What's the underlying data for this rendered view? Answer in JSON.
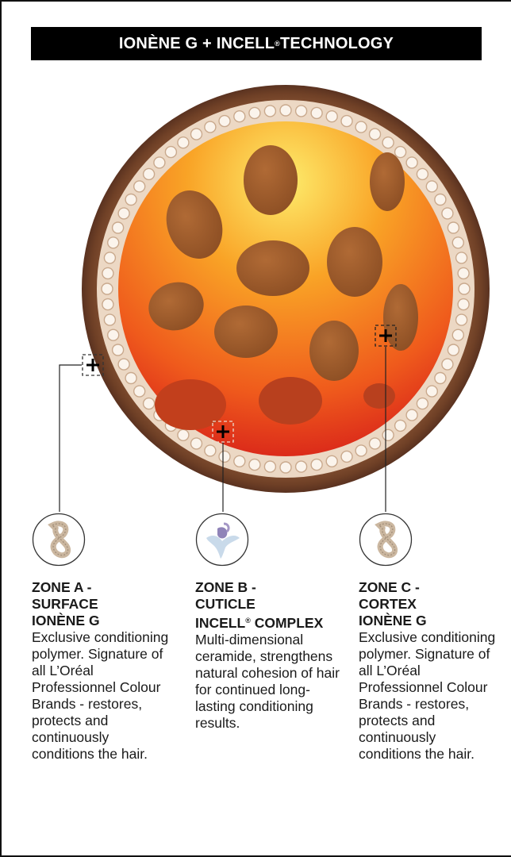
{
  "title": {
    "text_before": "IONÈNE G + INCELL",
    "text_sup": "®",
    "text_after": " TECHNOLOGY"
  },
  "zones": [
    {
      "heading_line1": "ZONE A -",
      "heading_line2": "SURFACE",
      "heading_line3": "IONÈNE G",
      "heading_sup": "",
      "description": "Exclusive conditioning polymer. Signature of all L’Oréal Professionnel Colour Brands - restores, protects and continuously conditions the hair."
    },
    {
      "heading_line1": "ZONE B -",
      "heading_line2": "CUTICLE",
      "heading_line3": "INCELL",
      "heading_sup": "®",
      "heading_line3_after": " COMPLEX",
      "description": "Multi-dimensional ceramide, strengthens natural cohesion of hair for continued long-lasting conditioning results."
    },
    {
      "heading_line1": "ZONE C -",
      "heading_line2": "CORTEX",
      "heading_line3": "IONÈNE G",
      "heading_sup": "",
      "description": "Exclusive conditioning polymer. Signature of all L’Oréal Professionnel Colour Brands - restores, protects and continuously conditions the hair."
    }
  ],
  "colors": {
    "outer_ring": "#7a4a2e",
    "cuticle_ring": "#e9d2bd",
    "cortex_light": "#fde96a",
    "cortex_mid": "#f7931e",
    "cortex_dark": "#d8261c",
    "cells": "#9a5a2e"
  }
}
